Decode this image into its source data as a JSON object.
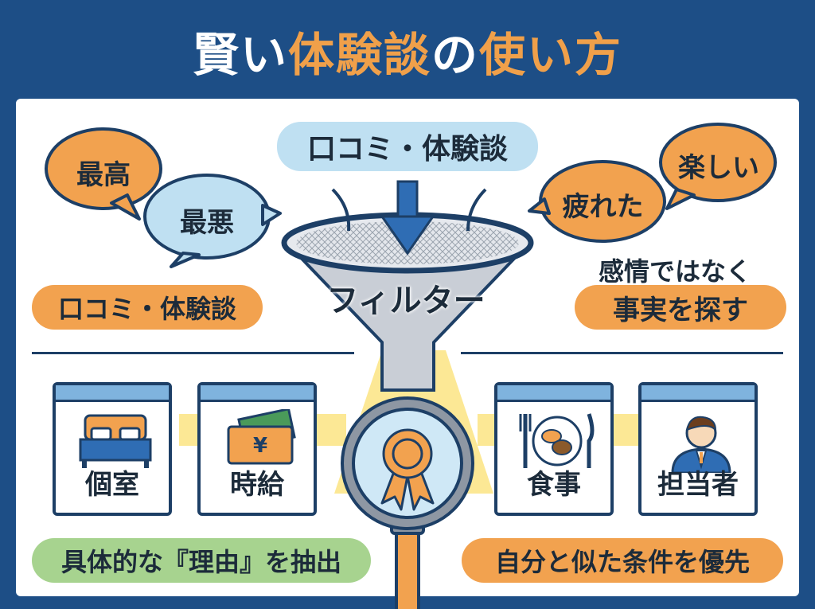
{
  "title": {
    "part1": "賢い",
    "part2": "体験談",
    "part3": "の",
    "part4": "使い方"
  },
  "top_pill": "口コミ・体験談",
  "bubbles": {
    "best": "最高",
    "worst": "最悪",
    "tired": "疲れた",
    "fun": "楽しい"
  },
  "left_pill": "口コミ・体験談",
  "funnel_label": "フィルター",
  "right_note": {
    "line1": "感情ではなく",
    "line2": "事実を探す"
  },
  "cards": {
    "room": "個室",
    "wage": "時給",
    "meal": "食事",
    "staff": "担当者"
  },
  "bottom_left_pill": "具体的な『理由』を抽出",
  "bottom_right_pill": "自分と似た条件を優先",
  "colors": {
    "navy": "#1d4e86",
    "orange": "#f2a24f",
    "light_blue": "#bfe0f2",
    "green": "#a7d38f",
    "yellow_glow": "#fbe27a"
  }
}
